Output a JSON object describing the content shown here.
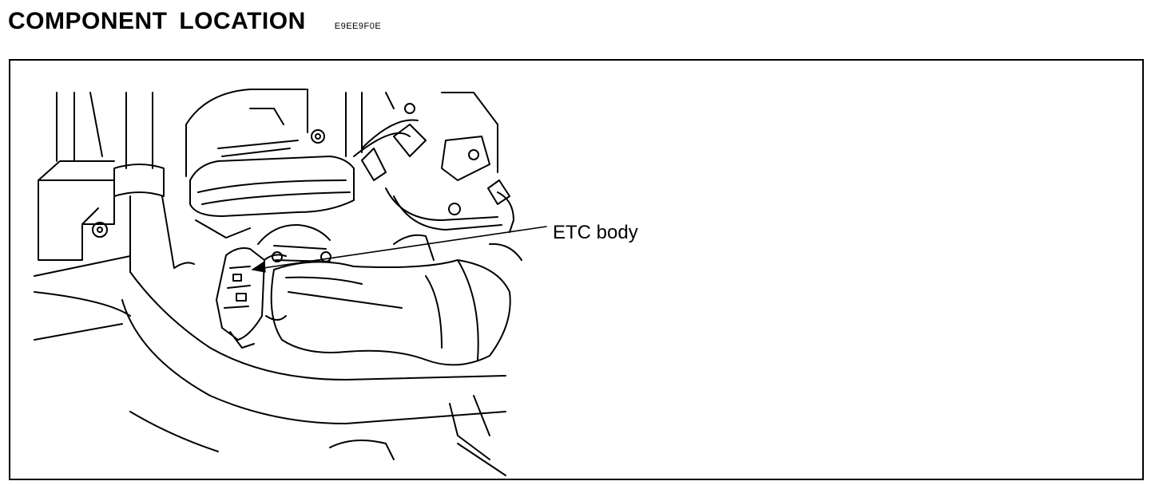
{
  "header": {
    "title": "COMPONENT  LOCATION",
    "code": "E9EE9F0E"
  },
  "figure": {
    "callout": {
      "label": "ETC body"
    }
  }
}
